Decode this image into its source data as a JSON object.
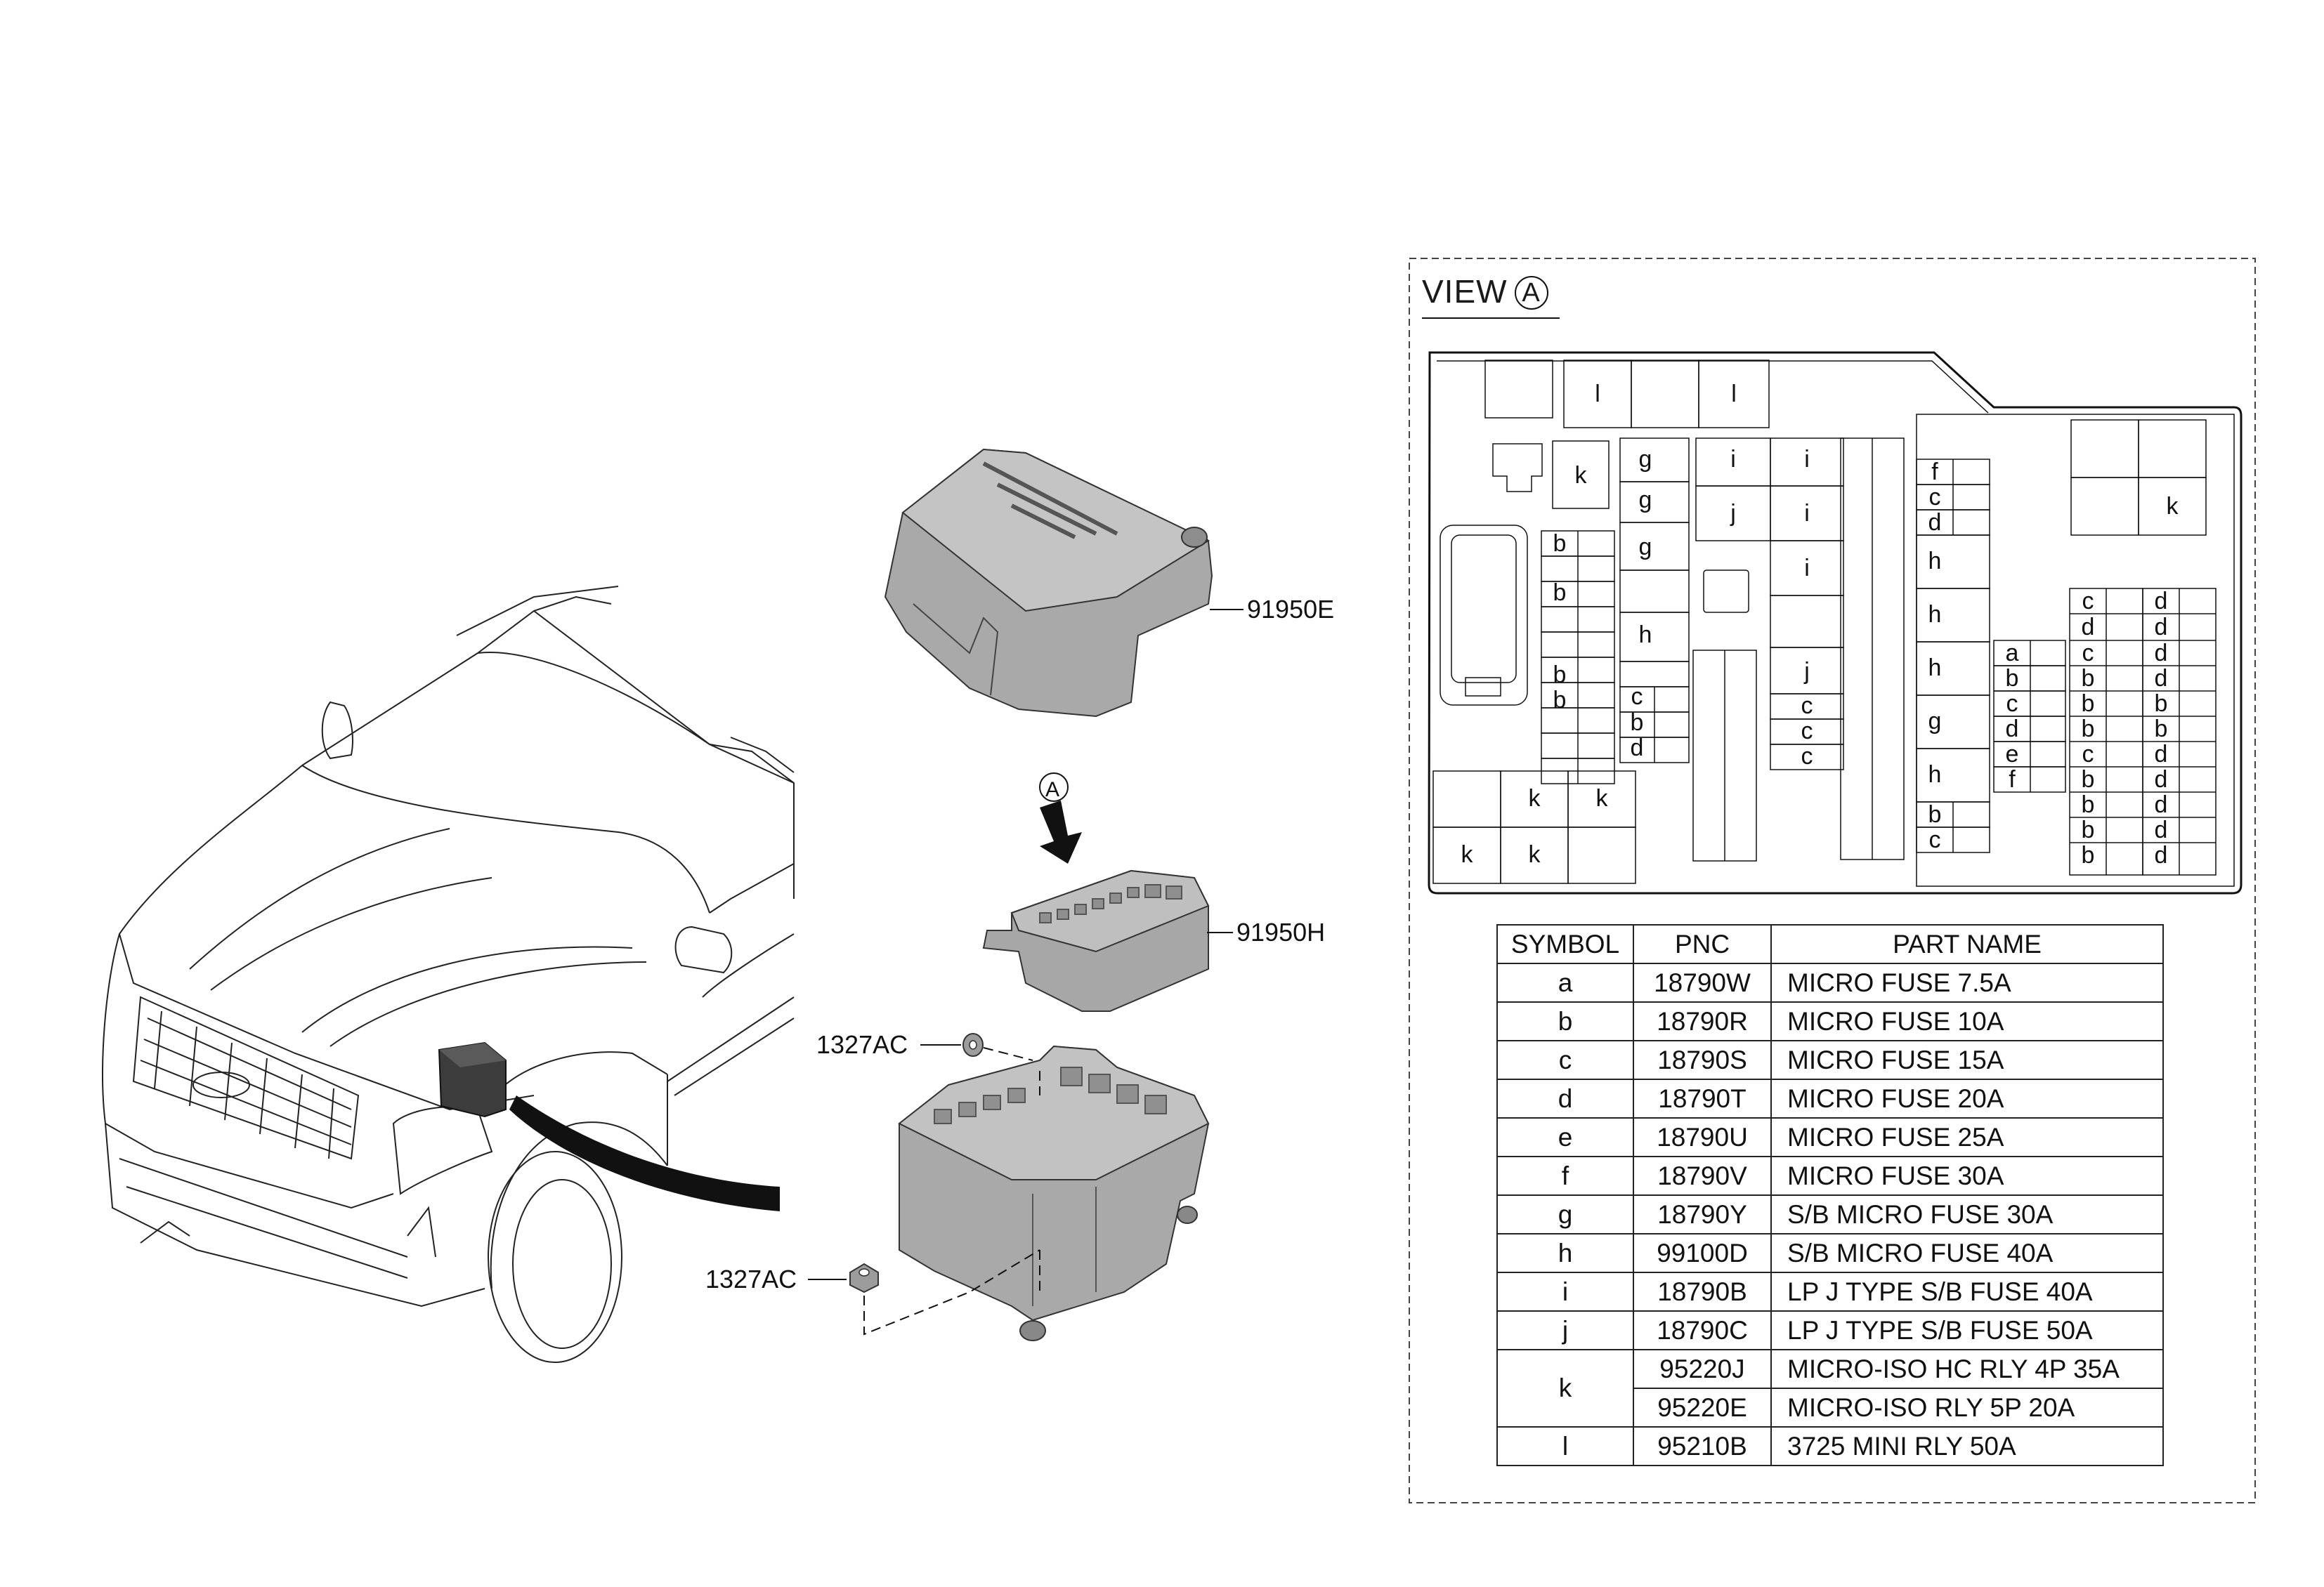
{
  "view": {
    "title": "VIEW",
    "marker": "A"
  },
  "arrow_marker": "A",
  "callouts": {
    "cover": "91950E",
    "fuse_block": "91950H",
    "nut_upper": "1327AC",
    "nut_lower": "1327AC"
  },
  "fuse_layout": {
    "top_row": [
      "",
      "l",
      "",
      "l"
    ],
    "relay_col_left": [
      "k"
    ],
    "col_g": [
      "g",
      "g",
      "g",
      "h",
      "c",
      "b",
      "d"
    ],
    "col_i": [
      "i",
      "i",
      "j",
      "i",
      "i",
      "j",
      "c",
      "c",
      "c"
    ],
    "col_b": [
      "b",
      "b",
      "b",
      "b"
    ],
    "col_f": [
      "f",
      "c",
      "d",
      "h",
      "h",
      "h",
      "g",
      "h",
      "b",
      "c"
    ],
    "col_a": [
      "a",
      "b",
      "c",
      "d",
      "e",
      "f"
    ],
    "col_cd_left": [
      "c",
      "d",
      "c",
      "b",
      "b",
      "b",
      "c",
      "b",
      "b",
      "b",
      "b"
    ],
    "col_cd_right": [
      "d",
      "d",
      "d",
      "d",
      "b",
      "b",
      "d",
      "d",
      "d",
      "d",
      "d"
    ],
    "bottom_relays": [
      "k",
      "k",
      "k",
      "k"
    ],
    "top_right_relay": "k"
  },
  "table": {
    "headers": [
      "SYMBOL",
      "PNC",
      "PART NAME"
    ],
    "rows": [
      {
        "symbol": "a",
        "pnc": "18790W",
        "name": "MICRO FUSE 7.5A"
      },
      {
        "symbol": "b",
        "pnc": "18790R",
        "name": "MICRO FUSE 10A"
      },
      {
        "symbol": "c",
        "pnc": "18790S",
        "name": "MICRO FUSE 15A"
      },
      {
        "symbol": "d",
        "pnc": "18790T",
        "name": "MICRO FUSE 20A"
      },
      {
        "symbol": "e",
        "pnc": "18790U",
        "name": "MICRO FUSE 25A"
      },
      {
        "symbol": "f",
        "pnc": "18790V",
        "name": "MICRO FUSE 30A"
      },
      {
        "symbol": "g",
        "pnc": "18790Y",
        "name": "S/B MICRO FUSE 30A"
      },
      {
        "symbol": "h",
        "pnc": "99100D",
        "name": "S/B MICRO FUSE 40A"
      },
      {
        "symbol": "i",
        "pnc": "18790B",
        "name": "LP J TYPE S/B FUSE 40A"
      },
      {
        "symbol": "j",
        "pnc": "18790C",
        "name": "LP J TYPE S/B FUSE 50A"
      },
      {
        "symbol": "k",
        "pnc": "95220J",
        "name": "MICRO-ISO HC RLY 4P 35A"
      },
      {
        "symbol": "",
        "pnc": "95220E",
        "name": "MICRO-ISO RLY 5P 20A"
      },
      {
        "symbol": "l",
        "pnc": "95210B",
        "name": "3725 MINI RLY 50A"
      }
    ]
  }
}
